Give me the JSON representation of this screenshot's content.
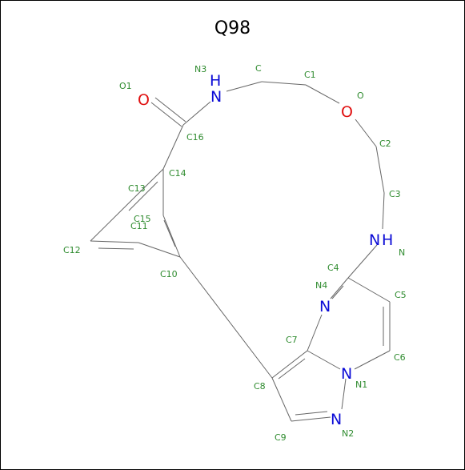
{
  "title": "Q98",
  "colors": {
    "nitrogen": "#0b0bd6",
    "oxygen": "#e01010",
    "label": "#2e8b2e",
    "bond": "#666666"
  },
  "symbols": {
    "n3": "N",
    "n3_h": "H",
    "o1": "O",
    "o": "O",
    "nh_n": "N",
    "nh_h": "H",
    "n4": "N",
    "n1": "N",
    "n2": "N"
  },
  "labels": {
    "o1": "O1",
    "n3": "N3",
    "c": "C",
    "c1": "C1",
    "o": "O",
    "c16": "C16",
    "c2": "C2",
    "c14": "C14",
    "c13": "C13",
    "c3": "C3",
    "c15": "C15",
    "c11": "C11",
    "c12": "C12",
    "nh": "N",
    "c10": "C10",
    "c4": "C4",
    "n4": "N4",
    "c5": "C5",
    "c7": "C7",
    "c6": "C6",
    "c8": "C8",
    "n1": "N1",
    "c9": "C9",
    "n2": "N2"
  }
}
